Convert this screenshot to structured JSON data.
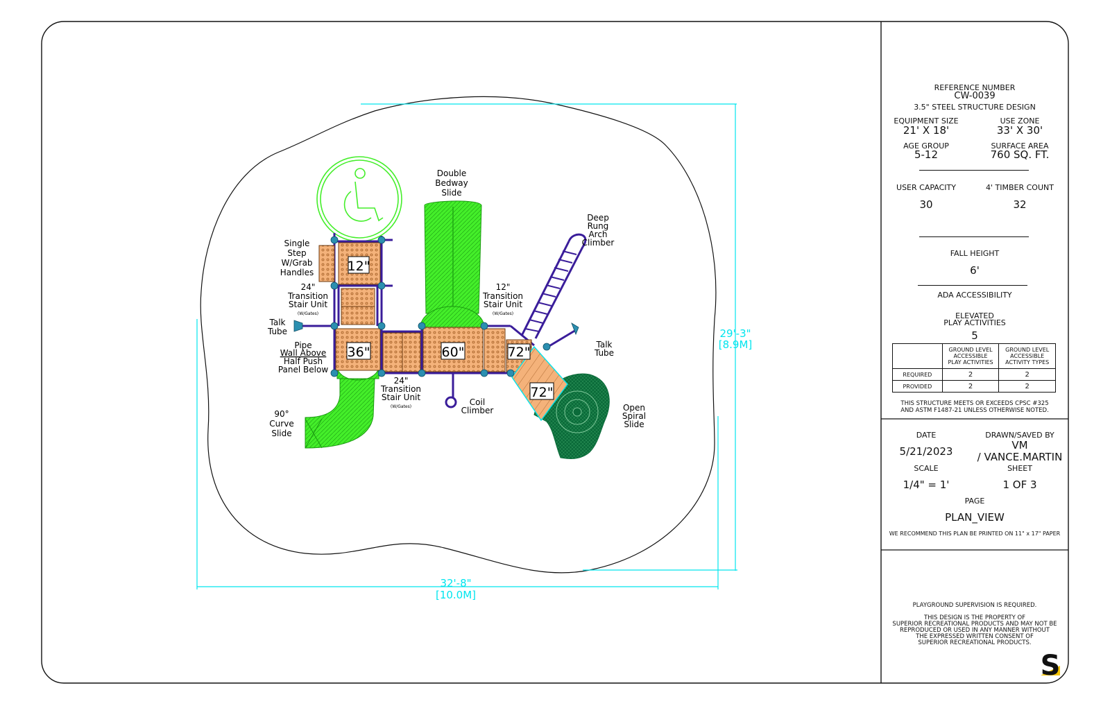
{
  "drawing": {
    "width_dim": {
      "ft": "32'-8\"",
      "m": "[10.0M]"
    },
    "height_dim": {
      "ft": "29'-3\"",
      "m": "[8.9M]"
    },
    "decks": [
      "12\"",
      "36\"",
      "60\"",
      "72\"",
      "72\""
    ],
    "labels": {
      "double_bedway_slide": [
        "Double",
        "Bedway",
        "Slide"
      ],
      "deep_rung_arch_climber": [
        "Deep",
        "Rung",
        "Arch",
        "Climber"
      ],
      "single_step": [
        "Single",
        "Step",
        "W/Grab",
        "Handles"
      ],
      "transition_24_left": [
        "24\"",
        "Transition",
        "Stair Unit",
        "(W/Gates)"
      ],
      "transition_12": [
        "12\"",
        "Transition",
        "Stair Unit",
        "(W/Gates)"
      ],
      "talk_tube_left": [
        "Talk",
        "Tube"
      ],
      "talk_tube_right": [
        "Talk",
        "Tube"
      ],
      "pipe_wall": [
        "Pipe",
        "Wall Above",
        "Half Push",
        "Panel Below"
      ],
      "transition_24_bottom": [
        "24\"",
        "Transition",
        "Stair Unit",
        "(W/Gates)"
      ],
      "coil_climber": [
        "Coil",
        "Climber"
      ],
      "curve_slide": [
        "90°",
        "Curve",
        "Slide"
      ],
      "open_spiral_slide": [
        "Open",
        "Spiral",
        "Slide"
      ]
    }
  },
  "title_block": {
    "reference_label": "REFERENCE NUMBER",
    "reference_number": "CW-0039",
    "structure": "3.5\" STEEL STRUCTURE DESIGN",
    "equipment_size_label": "EQUIPMENT SIZE",
    "equipment_size": "21' X 18'",
    "use_zone_label": "USE ZONE",
    "use_zone": "33' X 30'",
    "age_group_label": "AGE GROUP",
    "age_group": "5-12",
    "surface_area_label": "SURFACE AREA",
    "surface_area": "760 SQ. FT.",
    "user_capacity_label": "USER CAPACITY",
    "user_capacity": "30",
    "timber_label": "4' TIMBER COUNT",
    "timber_count": "32",
    "fall_height_label": "FALL HEIGHT",
    "fall_height": "6'",
    "ada_label": "ADA ACCESSIBILITY",
    "elevated_label_1": "ELEVATED",
    "elevated_label_2": "PLAY ACTIVITIES",
    "elevated_value": "5",
    "ada_table": {
      "headers": [
        "",
        "GROUND LEVEL ACCESSIBLE PLAY ACTIVITIES",
        "GROUND LEVEL ACCESSIBLE ACTIVITY TYPES"
      ],
      "header_lines": [
        [
          "GROUND LEVEL",
          "ACCESSIBLE",
          "PLAY ACTIVITIES"
        ],
        [
          "GROUND LEVEL",
          "ACCESSIBLE",
          "ACTIVITY TYPES"
        ]
      ],
      "rows": [
        {
          "label": "REQUIRED",
          "a": "2",
          "b": "2"
        },
        {
          "label": "PROVIDED",
          "a": "2",
          "b": "2"
        }
      ]
    },
    "compliance_1": "THIS STRUCTURE MEETS OR EXCEEDS CPSC #325",
    "compliance_2": "AND ASTM F1487-21 UNLESS OTHERWISE NOTED.",
    "date_label": "DATE",
    "date": "5/21/2023",
    "drawn_label": "DRAWN/SAVED BY",
    "drawn_initials": "VM",
    "drawn_name": "/ VANCE.MARTIN",
    "scale_label": "SCALE",
    "scale": "1/4\" = 1'",
    "sheet_label": "SHEET",
    "sheet": "1 OF 3",
    "page_label": "PAGE",
    "page": "PLAN_VIEW",
    "print_note": "WE RECOMMEND THIS PLAN BE PRINTED ON 11\" x 17\" PAPER",
    "supervision": "PLAYGROUND SUPERVISION IS REQUIRED.",
    "property_lines": [
      "THIS DESIGN IS THE PROPERTY OF",
      "SUPERIOR RECREATIONAL PRODUCTS AND MAY NOT BE",
      "REPRODUCED OR USED IN ANY MANNER WITHOUT",
      "THE EXPRESSED WRITTEN CONSENT OF",
      "SUPERIOR RECREATIONAL PRODUCTS."
    ],
    "logo_letter": "S"
  },
  "colors": {
    "slide_green": "#44ee2a",
    "spiral_green": "#0b6b3a",
    "deck_orange": "#f4b27a",
    "frame_purple": "#3a1d9a",
    "post_teal": "#2b8fb0",
    "dimension_cyan": "#00e5ee",
    "logo_yellow": "#f5c400"
  }
}
